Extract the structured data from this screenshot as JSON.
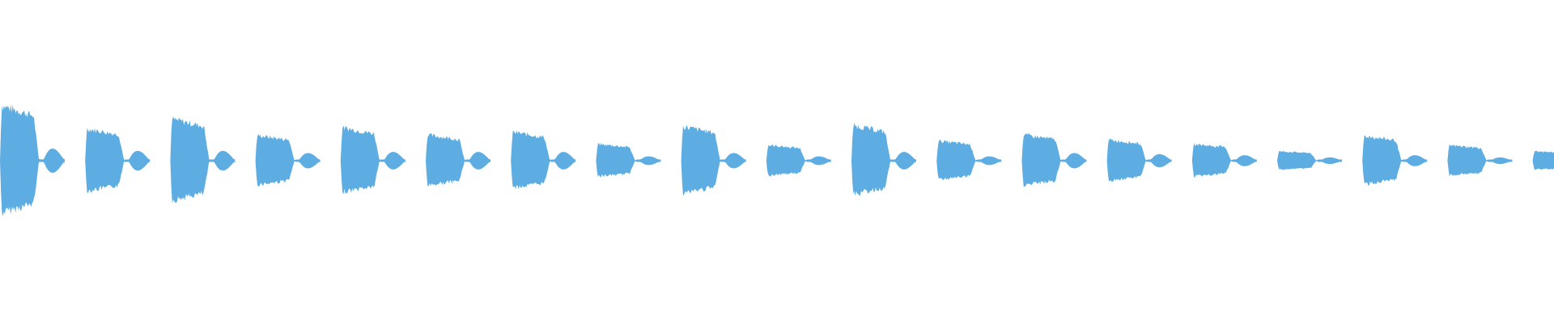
{
  "waveform": {
    "color": "#5dade2",
    "background": "#ffffff",
    "bursts": [
      {
        "amplitude": 1.0,
        "tail": 0.22
      },
      {
        "amplitude": 0.58,
        "tail": 0.18
      },
      {
        "amplitude": 0.76,
        "tail": 0.18
      },
      {
        "amplitude": 0.46,
        "tail": 0.14
      },
      {
        "amplitude": 0.6,
        "tail": 0.16
      },
      {
        "amplitude": 0.47,
        "tail": 0.16
      },
      {
        "amplitude": 0.52,
        "tail": 0.16
      },
      {
        "amplitude": 0.3,
        "tail": 0.08
      },
      {
        "amplitude": 0.62,
        "tail": 0.14
      },
      {
        "amplitude": 0.28,
        "tail": 0.08
      },
      {
        "amplitude": 0.64,
        "tail": 0.16
      },
      {
        "amplitude": 0.36,
        "tail": 0.08
      },
      {
        "amplitude": 0.47,
        "tail": 0.14
      },
      {
        "amplitude": 0.38,
        "tail": 0.12
      },
      {
        "amplitude": 0.3,
        "tail": 0.1
      },
      {
        "amplitude": 0.17,
        "tail": 0.06
      },
      {
        "amplitude": 0.45,
        "tail": 0.1
      },
      {
        "amplitude": 0.28,
        "tail": 0.06
      },
      {
        "amplitude": 0.17,
        "tail": 0.0
      }
    ]
  }
}
